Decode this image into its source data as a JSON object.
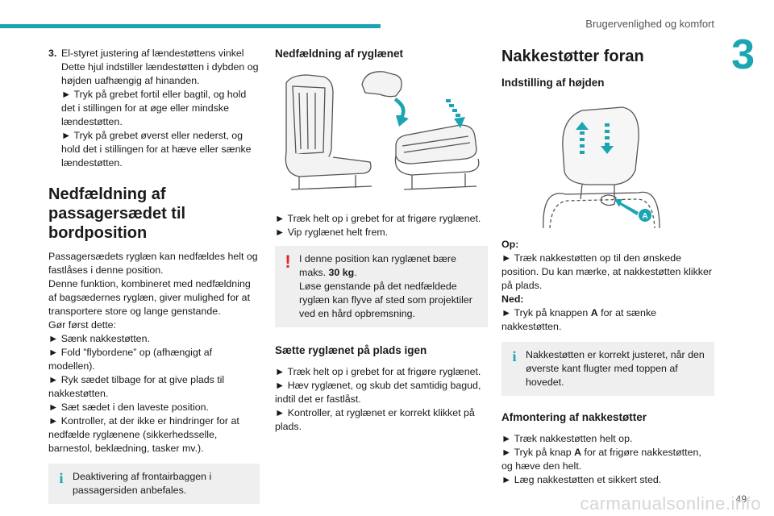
{
  "header": {
    "section_title": "Brugervenlighed og komfort",
    "chapter_number": "3",
    "page_number": "49"
  },
  "watermark": "carmanualsonline.info",
  "col1": {
    "item3_number": "3.",
    "item3_title": "El-styret justering af lændestøttens vinkel",
    "item3_body": "Dette hjul indstiller lændestøtten i dybden og højden uafhængig af hinanden.",
    "item3_step1": "► Tryk på grebet fortil eller bagtil, og hold det i stillingen for at øge eller mindske lændestøtten.",
    "item3_step2": "► Tryk på grebet øverst eller nederst, og hold det i stillingen for at hæve eller sænke lændestøtten.",
    "section_heading": "Nedfældning af passagersædet til bordposition",
    "intro1": "Passagersædets ryglæn kan nedfældes helt og fastlåses i denne position.",
    "intro2": "Denne funktion, kombineret med nedfældning af bagsædernes ryglæn, giver mulighed for at transportere store og lange genstande.",
    "intro3": "Gør først dette:",
    "steps": [
      "► Sænk nakkestøtten.",
      "► Fold ”flybordene” op (afhængigt af modellen).",
      "► Ryk sædet tilbage for at give plads til nakkestøtten.",
      "► Sæt sædet i den laveste position.",
      "► Kontroller, at der ikke er hindringer for at nedfælde ryglænene (sikkerhedsselle, barnestol, beklædning, tasker mv.)."
    ],
    "info_note": "Deaktivering af frontairbaggen i passagersiden anbefales."
  },
  "col2": {
    "heading_fold": "Nedfældning af ryglænet",
    "fold_step1": "► Træk helt op i grebet for at frigøre ryglænet.",
    "fold_step2": "► Vip ryglænet helt frem.",
    "warn_line1_prefix": "I denne position kan ryglænet bære maks. ",
    "warn_weight": "30 kg",
    "warn_line1_suffix": ".",
    "warn_line2": "Løse genstande på det nedfældede ryglæn kan flyve af sted som projektiler ved en hård opbremsning.",
    "heading_restore": "Sætte ryglænet på plads igen",
    "restore_step1": "► Træk helt op i grebet for at frigøre ryglænet.",
    "restore_step2": "► Hæv ryglænet, og skub det samtidig bagud, indtil det er fastlåst.",
    "restore_step3": "► Kontroller, at ryglænet er korrekt klikket på plads."
  },
  "col3": {
    "heading": "Nakkestøtter foran",
    "subheading": "Indstilling af højden",
    "figure_label": "A",
    "up_label": "Op:",
    "up_step": "► Træk nakkestøtten op til den ønskede position. Du kan mærke, at nakkestøtten klikker på plads.",
    "down_label": "Ned:",
    "down_step_prefix": "► Tryk på knappen ",
    "down_step_key": "A",
    "down_step_suffix": " for at sænke nakkestøtten.",
    "info_note": "Nakkestøtten er korrekt justeret, når den øverste kant flugter med toppen af hovedet.",
    "remove_heading": "Afmontering af nakkestøtter",
    "remove_step1": "► Træk nakkestøtten helt op.",
    "remove_step2_prefix": "► Tryk på knap ",
    "remove_step2_key": "A",
    "remove_step2_suffix": " for at frigøre nakkestøtten, og hæve den helt.",
    "remove_step3": "► Læg nakkestøtten et sikkert sted."
  },
  "colors": {
    "accent": "#1aa5b0",
    "warning": "#e0202a",
    "note_bg": "#efefef"
  }
}
